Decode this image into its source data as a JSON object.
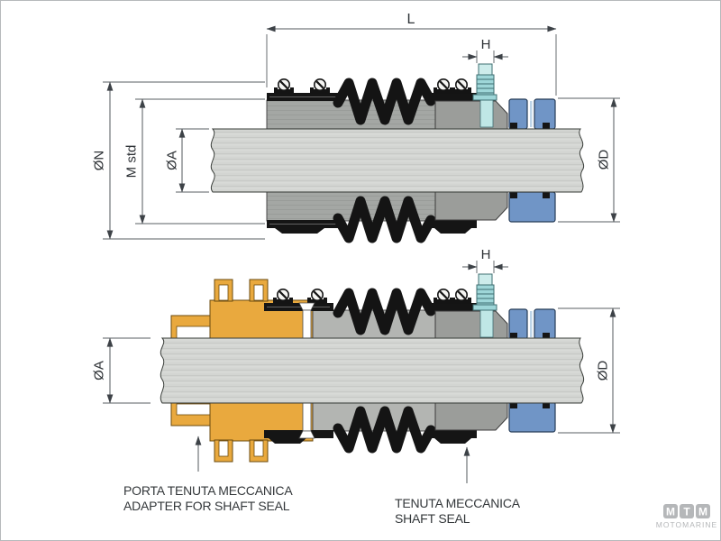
{
  "dims": {
    "L": "L",
    "H": "H",
    "on": "ØN",
    "m_std": "M std",
    "oa": "ØA",
    "od": "ØD"
  },
  "callouts": {
    "adapter": {
      "line1": "PORTA TENUTA MECCANICA",
      "line2": "ADAPTER FOR SHAFT SEAL"
    },
    "seal": {
      "line1": "TENUTA MECCANICA",
      "line2": "SHAFT SEAL"
    }
  },
  "logo": {
    "letters": [
      "M",
      "T",
      "M"
    ],
    "name": "MOTOMARINE"
  },
  "colors": {
    "seal_blue": "#7095c6",
    "barb_cyan": "#9ed6d8",
    "barb_cyan_light": "#cdeceb",
    "adapter_orange": "#e9a93e",
    "hose_gray": "#a4a7a4",
    "housing_gray": "#9b9d9a",
    "sleeve_gray": "#b3b5b2",
    "shaft_gray": "#d3d5d2",
    "rubber_black": "#151515",
    "dimension_line": "#53585c",
    "text": "#2e3236",
    "logo_gray": "#b5b7b9"
  }
}
